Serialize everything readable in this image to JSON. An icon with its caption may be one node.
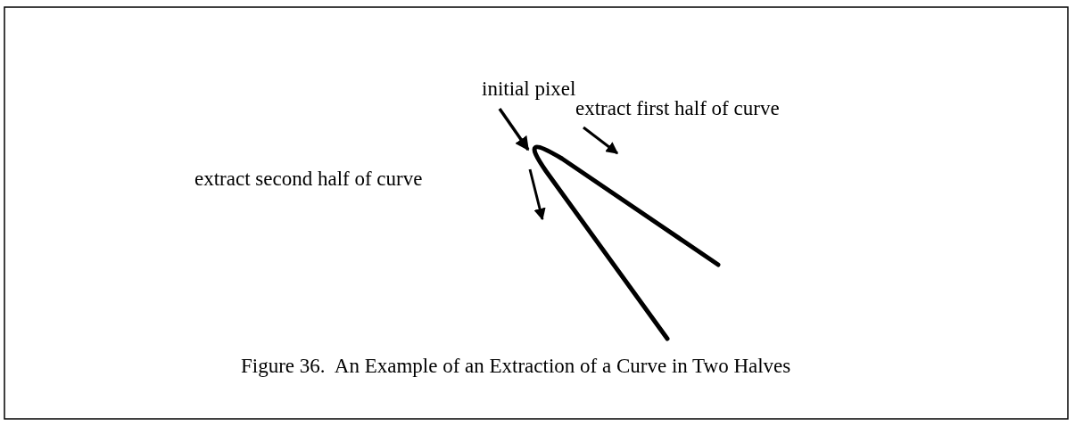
{
  "diagram": {
    "caption": "Figure 36.  An Example of an Extraction of a Curve in Two Halves",
    "nodes": [
      {
        "text": [
          "initial pixel"
        ]
      },
      {
        "text": [],
        "shape": "curve"
      }
    ],
    "edges": [
      {
        "from": 0,
        "to": 1,
        "arrow": "to"
      }
    ],
    "labels": [
      "extract first half of curve",
      "extract second half of curve"
    ]
  }
}
